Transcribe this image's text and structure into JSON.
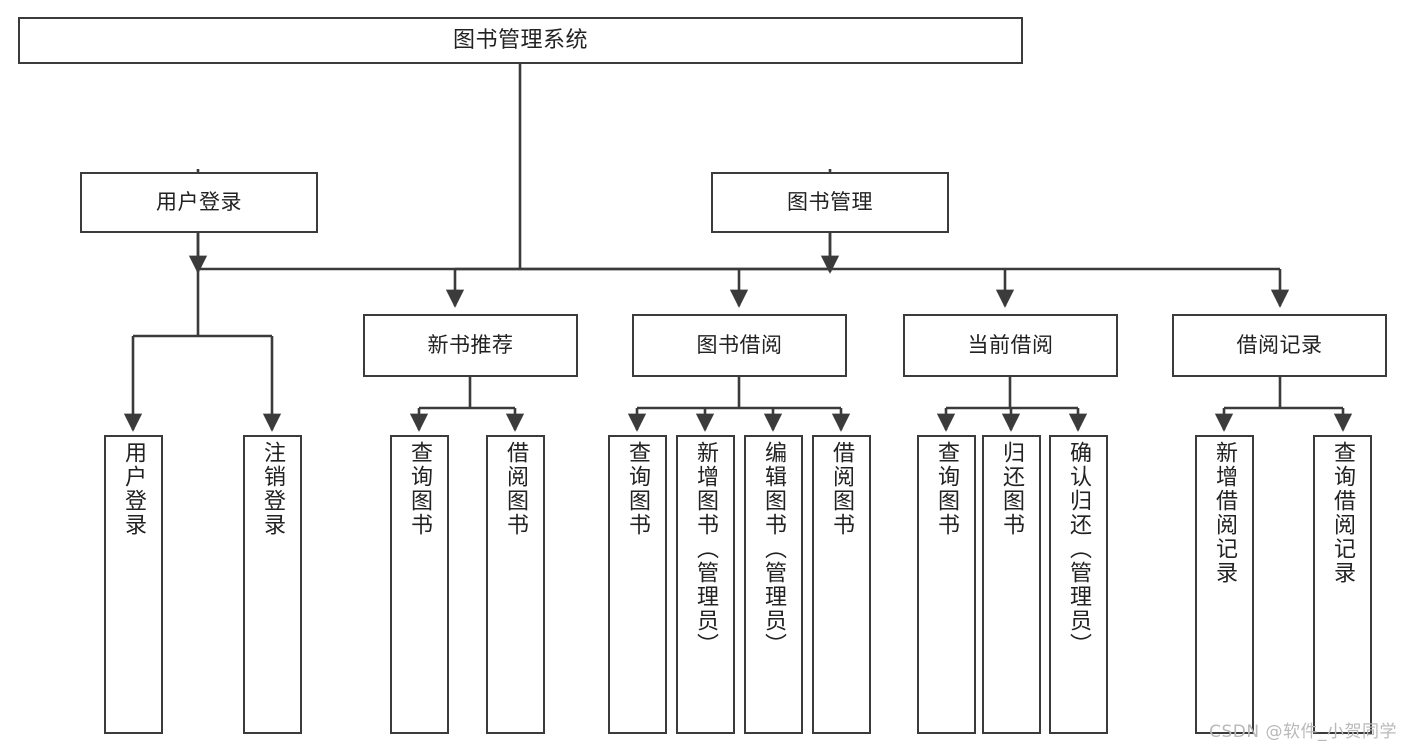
{
  "diagram": {
    "title": "图书管理系统",
    "type": "function-structure-tree",
    "line_color": "#3b3b3b",
    "box_fill": "#ffffff",
    "text_color": "#222222",
    "watermark": "CSDN @软件_小贺同学"
  },
  "nodes": {
    "root": {
      "label": "图书管理系统"
    },
    "level1": [
      {
        "id": "user-login",
        "label": "用户登录"
      },
      {
        "id": "book-manage",
        "label": "图书管理"
      }
    ],
    "level2": [
      {
        "id": "new-book-recommend",
        "label": "新书推荐"
      },
      {
        "id": "book-borrow",
        "label": "图书借阅"
      },
      {
        "id": "current-borrow",
        "label": "当前借阅"
      },
      {
        "id": "borrow-record",
        "label": "借阅记录"
      }
    ],
    "leaves": [
      {
        "id": "leaf-user-login",
        "label": "用户登录",
        "parent": "user-login"
      },
      {
        "id": "leaf-logout-login",
        "label": "注销登录",
        "parent": "user-login"
      },
      {
        "id": "leaf-query-book-1",
        "label": "查询图书",
        "parent": "new-book-recommend"
      },
      {
        "id": "leaf-borrow-book-1",
        "label": "借阅图书",
        "parent": "new-book-recommend"
      },
      {
        "id": "leaf-query-book-2",
        "label": "查询图书",
        "parent": "book-borrow"
      },
      {
        "id": "leaf-add-book",
        "label": "新增图书（管理员）",
        "parent": "book-borrow"
      },
      {
        "id": "leaf-edit-book",
        "label": "编辑图书（管理员）",
        "parent": "book-borrow"
      },
      {
        "id": "leaf-borrow-book-2",
        "label": "借阅图书",
        "parent": "book-borrow"
      },
      {
        "id": "leaf-query-book-3",
        "label": "查询图书",
        "parent": "current-borrow"
      },
      {
        "id": "leaf-return-book",
        "label": "归还图书",
        "parent": "current-borrow"
      },
      {
        "id": "leaf-confirm-return",
        "label": "确认归还（管理员）",
        "parent": "current-borrow"
      },
      {
        "id": "leaf-add-borrow-record",
        "label": "新增借阅记录",
        "parent": "borrow-record"
      },
      {
        "id": "leaf-query-borrow-record",
        "label": "查询借阅记录",
        "parent": "borrow-record"
      }
    ]
  }
}
